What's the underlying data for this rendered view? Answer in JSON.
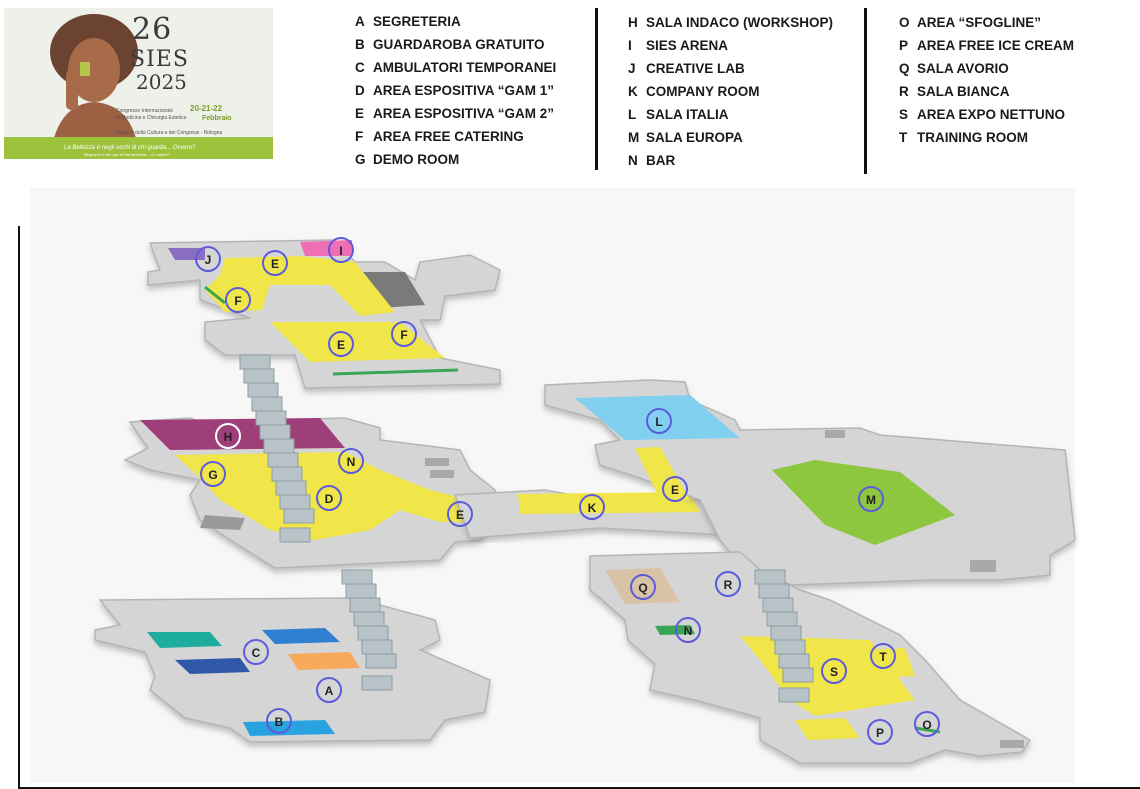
{
  "banner": {
    "year_top": "26",
    "year_bottom": "2025",
    "brand": "SIES",
    "subtitle_lines": [
      "Congresso Internazionale",
      "di Medicina e Chirurgia Estetica"
    ],
    "dates": "20-21-22",
    "month": "Febbraio",
    "venue": "Palazzo della Cultura e dei Congressi - Bologna",
    "tagline": "La Bellezza è negli occhi di chi guarda... Ovvero?",
    "tagline_small": "Beauty is in the eye of the beholder... Or rather?"
  },
  "legend": {
    "columns": [
      [
        {
          "key": "A",
          "label": "SEGRETERIA"
        },
        {
          "key": "B",
          "label": "GUARDAROBA GRATUITO"
        },
        {
          "key": "C",
          "label": "AMBULATORI TEMPORANEI"
        },
        {
          "key": "D",
          "label": "AREA ESPOSITIVA “GAM  1”"
        },
        {
          "key": "E",
          "label": "AREA ESPOSITIVA “GAM  2”"
        },
        {
          "key": "F",
          "label": "AREA FREE CATERING"
        },
        {
          "key": "G",
          "label": "DEMO ROOM"
        }
      ],
      [
        {
          "key": "H",
          "label": "SALA INDACO (WORKSHOP)"
        },
        {
          "key": "I",
          "label": "SIES ARENA"
        },
        {
          "key": "J",
          "label": "CREATIVE LAB"
        },
        {
          "key": "K",
          "label": "COMPANY ROOM"
        },
        {
          "key": "L",
          "label": "SALA ITALIA"
        },
        {
          "key": "M",
          "label": "SALA EUROPA"
        },
        {
          "key": "N",
          "label": "BAR"
        }
      ],
      [
        {
          "key": "O",
          "label": "AREA “SFOGLINE”"
        },
        {
          "key": "P",
          "label": "AREA FREE ICE CREAM"
        },
        {
          "key": "Q",
          "label": "SALA AVORIO"
        },
        {
          "key": "R",
          "label": "SALA BIANCA"
        },
        {
          "key": "S",
          "label": "AREA EXPO NETTUNO"
        },
        {
          "key": "T",
          "label": "TRAINING ROOM"
        }
      ]
    ]
  },
  "map": {
    "markers": [
      "J",
      "E",
      "I",
      "F",
      "F",
      "E",
      "H",
      "G",
      "N",
      "D",
      "E",
      "K",
      "E",
      "L",
      "M",
      "C",
      "A",
      "B",
      "Q",
      "R",
      "N",
      "S",
      "T",
      "P",
      "O"
    ]
  },
  "colors": {
    "floor": "#d4d4d4",
    "floor_edge": "#b3b3b3",
    "yellow": "#f0e64a",
    "purple": "#9f3f7a",
    "blue_light": "#82d0f0",
    "green": "#8dc63f",
    "marker_ring": "#5b5bdc",
    "banner_green": "#9dc23b"
  }
}
